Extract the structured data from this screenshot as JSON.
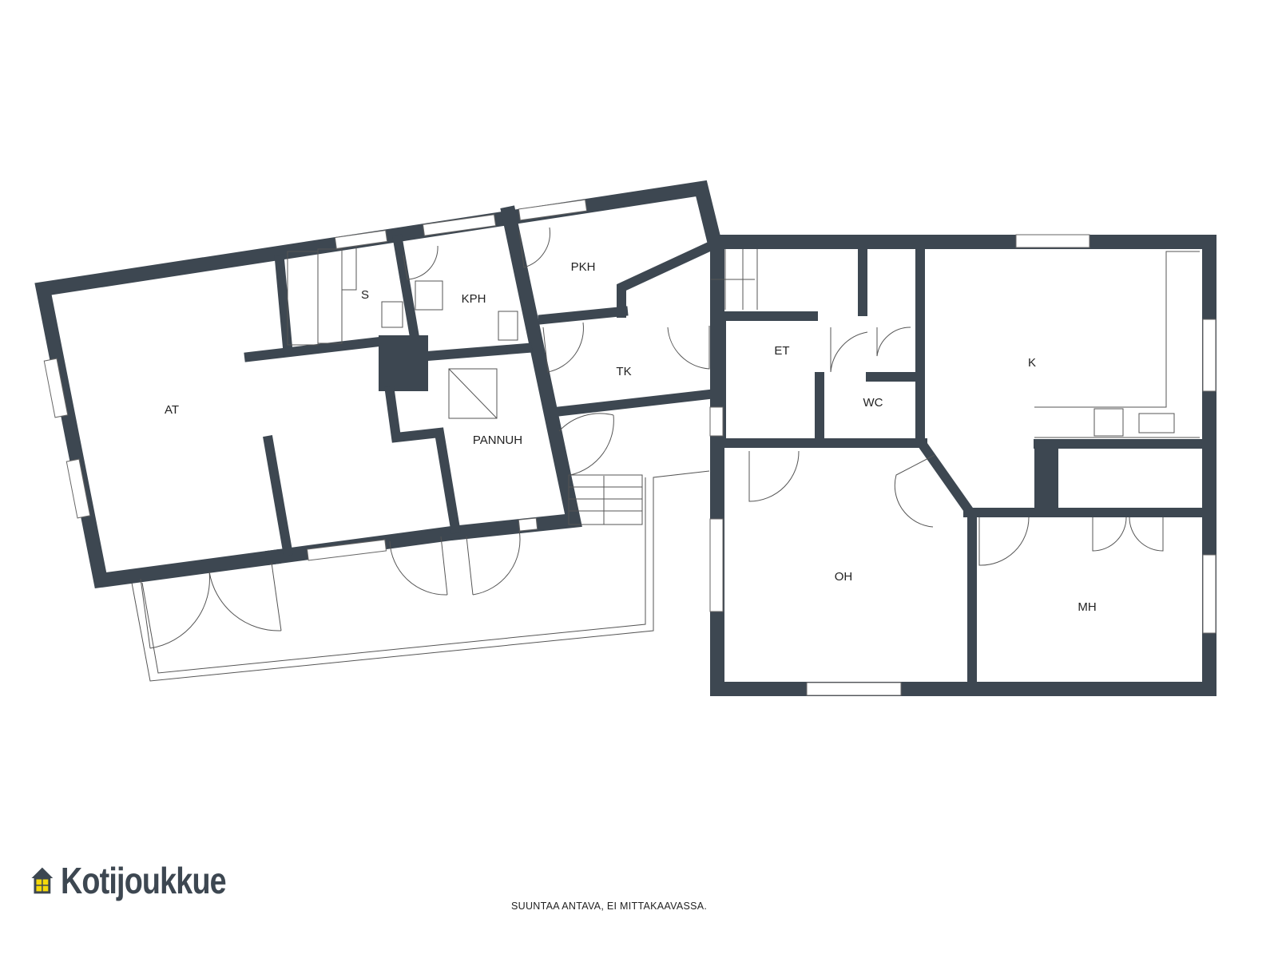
{
  "rooms": {
    "at": "AT",
    "s": "S",
    "kph": "KPH",
    "pkh": "PKH",
    "tk": "TK",
    "pannuh": "PANNUH",
    "et": "ET",
    "wc": "WC",
    "k": "K",
    "oh": "OH",
    "mh": "MH"
  },
  "logo": {
    "text": "Kotijoukkue",
    "icon": "house-icon"
  },
  "footer": {
    "note": "SUUNTAA ANTAVA, EI MITTAKAAVASSA."
  },
  "colors": {
    "wall": "#3d4751",
    "logo_window": "#f5d90a"
  }
}
